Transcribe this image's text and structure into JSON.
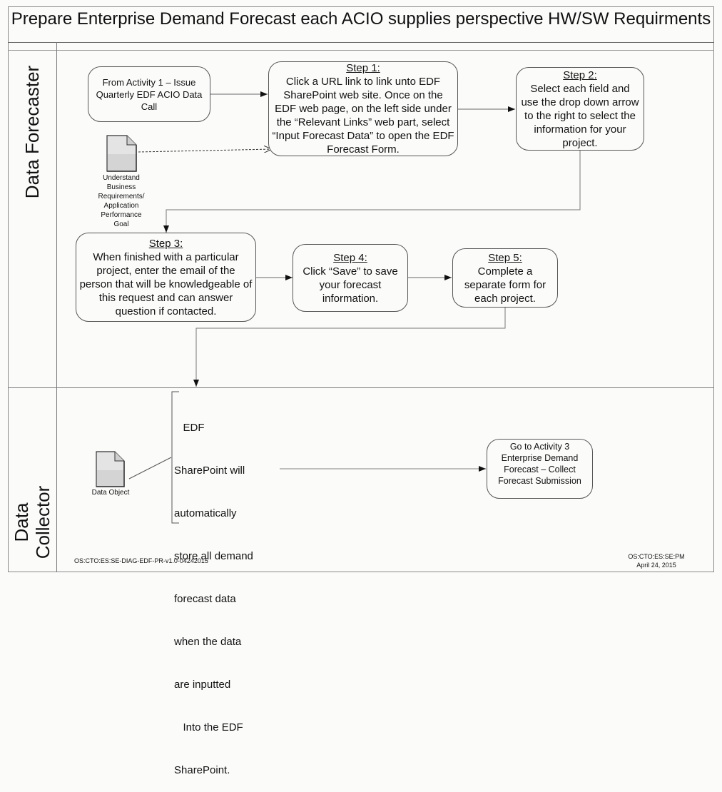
{
  "title": "Prepare Enterprise Demand Forecast each ACIO supplies perspective HW/SW Requirments",
  "lanes": [
    {
      "label": "Data Forecaster"
    },
    {
      "label": "Data Collector"
    }
  ],
  "nodes": {
    "start": {
      "text": "From Activity 1 – Issue Quarterly EDF ACIO Data Call"
    },
    "doc_requirements": {
      "caption": "Understand Business Requirements/ Application Performance Goal"
    },
    "step1": {
      "step": "Step 1:",
      "text": "Click a URL link  to link unto EDF SharePoint web site. Once on the EDF web page, on the left side under the “Relevant Links” web part, select “Input Forecast Data” to open the EDF Forecast Form."
    },
    "step2": {
      "step": "Step 2:",
      "text": "Select each field and use the drop down arrow to the right to select the information for your project."
    },
    "step3": {
      "step": "Step 3:",
      "text": "When finished with a particular project, enter the email of the person that will be knowledgeable of this request and can answer question if contacted."
    },
    "step4": {
      "step": "Step 4:",
      "text": "Click “Save” to save your forecast information."
    },
    "step5": {
      "step": "Step 5:",
      "text": "Complete a separate form for each project."
    },
    "annotation": {
      "lines": [
        "   EDF",
        "SharePoint will",
        "automatically",
        "store all demand",
        "forecast data",
        "when the data",
        "are inputted",
        "   Into the EDF",
        "SharePoint."
      ]
    },
    "data_object": {
      "caption": "Data Object"
    },
    "end": {
      "text": "Go to Activity 3 Enterprise Demand Forecast – Collect Forecast Submission"
    }
  },
  "footer": {
    "left": "OS:CTO:ES:SE-DIAG-EDF-PR-v1.0-04242015",
    "right_line1": "OS:CTO:ES:SE:PM",
    "right_line2": "April 24, 2015"
  }
}
